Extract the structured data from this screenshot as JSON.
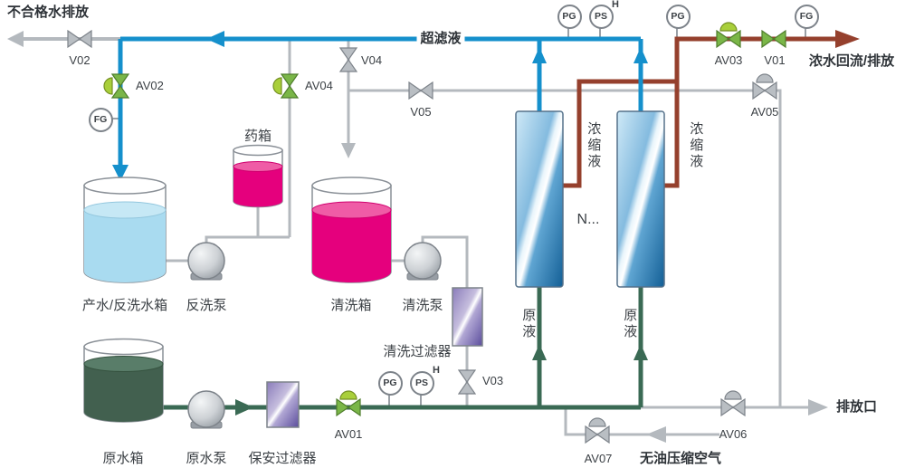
{
  "colors": {
    "ultrafiltrate_line": "#1590cc",
    "concentrate_line": "#95402d",
    "raw_water_line": "#3a6a54",
    "aux_line": "#b4b9be",
    "valve_green": "#7ab648",
    "valve_green_dome": "#a9cf3a",
    "valve_gray": "#b9bec3",
    "chemical_liquid": "#e5007d",
    "product_liquid": "#a9dbf0",
    "raw_liquid": "#42604f"
  },
  "labels": {
    "unqualified_water_discharge": "不合格水排放",
    "ultrafiltrate": "超滤液",
    "concentrate_return_discharge": "浓水回流/排放",
    "drain_outlet": "排放口",
    "oil_free_compressed_air": "无油压缩空气",
    "chemical_tank": "药箱",
    "product_backwash_tank": "产水/反洗水箱",
    "backwash_pump": "反洗泵",
    "cleaning_tank": "清洗箱",
    "cleaning_pump": "清洗泵",
    "cleaning_filter": "清洗过滤器",
    "raw_water_tank": "原水箱",
    "raw_water_pump": "原水泵",
    "security_filter": "保安过滤器",
    "membrane_ellipsis": "N...",
    "concentrate": "浓缩液",
    "feed": "原液"
  },
  "valves": {
    "v01": "V01",
    "v02": "V02",
    "v03": "V03",
    "v04": "V04",
    "v05": "V05",
    "av01": "AV01",
    "av02": "AV02",
    "av03": "AV03",
    "av04": "AV04",
    "av05": "AV05",
    "av06": "AV06",
    "av07": "AV07"
  },
  "gauges": {
    "pg": "PG",
    "ps": "PS",
    "fg": "FG",
    "high_alarm": "H"
  }
}
